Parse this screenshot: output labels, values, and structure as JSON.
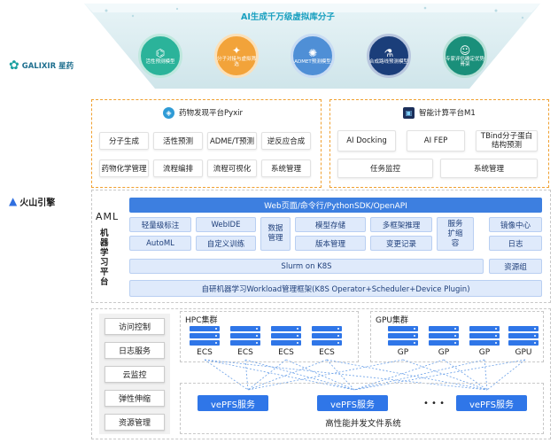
{
  "top_banner": {
    "title": "AI生成千万级虚拟库分子",
    "circles": [
      {
        "label": "活性预测模型"
      },
      {
        "label": "分子对接与虚拟筛选"
      },
      {
        "label": "ADMET预测模型"
      },
      {
        "label": "合成路线预测模型"
      },
      {
        "label": "专家评估确定优势骨架"
      }
    ]
  },
  "logos": {
    "galixir": "GALIXIR 星药",
    "volcano": "火山引擎"
  },
  "pyxir": {
    "title": "药物发现平台Pyxir",
    "items": [
      "分子生成",
      "活性预测",
      "ADME/T预测",
      "逆反应合成",
      "药物化学管理",
      "流程编排",
      "流程可视化",
      "系统管理"
    ]
  },
  "m1": {
    "title": "智能计算平台M1",
    "row1": [
      "AI Docking",
      "AI FEP",
      "TBind分子蛋白结构预测"
    ],
    "row2": [
      "任务监控",
      "系统管理"
    ]
  },
  "aml": {
    "label": "AML",
    "vertical_label": "机器学习平台",
    "web_bar": "Web页面/命令行/PythonSDK/OpenAPI",
    "lightweight": "轻量级标注",
    "automl": "AutoML",
    "webide": "WebIDE",
    "custom_train": "自定义训练",
    "data_mgmt": "数据管理",
    "model_storage": "模型存储",
    "version_mgmt": "版本管理",
    "multi_infer": "多框架推理",
    "change_log": "变更记录",
    "service_scale": "服务扩缩容",
    "mirror": "镜像中心",
    "log": "日志",
    "resource_group": "资源组",
    "slurm": "Slurm on K8S",
    "workload": "自研机器学习Workload管理框架(K8S Operator+Scheduler+Device Plugin)"
  },
  "left_services": [
    "访问控制",
    "日志服务",
    "云监控",
    "弹性伸缩",
    "资源管理"
  ],
  "hpc": {
    "title": "HPC集群",
    "nodes": [
      "ECS",
      "ECS",
      "ECS",
      "ECS"
    ]
  },
  "gpu": {
    "title": "GPU集群",
    "nodes": [
      "GP",
      "GP",
      "GP",
      "GPU"
    ]
  },
  "storage": {
    "services": [
      "vePFS服务",
      "vePFS服务",
      "vePFS服务"
    ],
    "dots": "• • •",
    "label": "高性能并发文件系统"
  }
}
